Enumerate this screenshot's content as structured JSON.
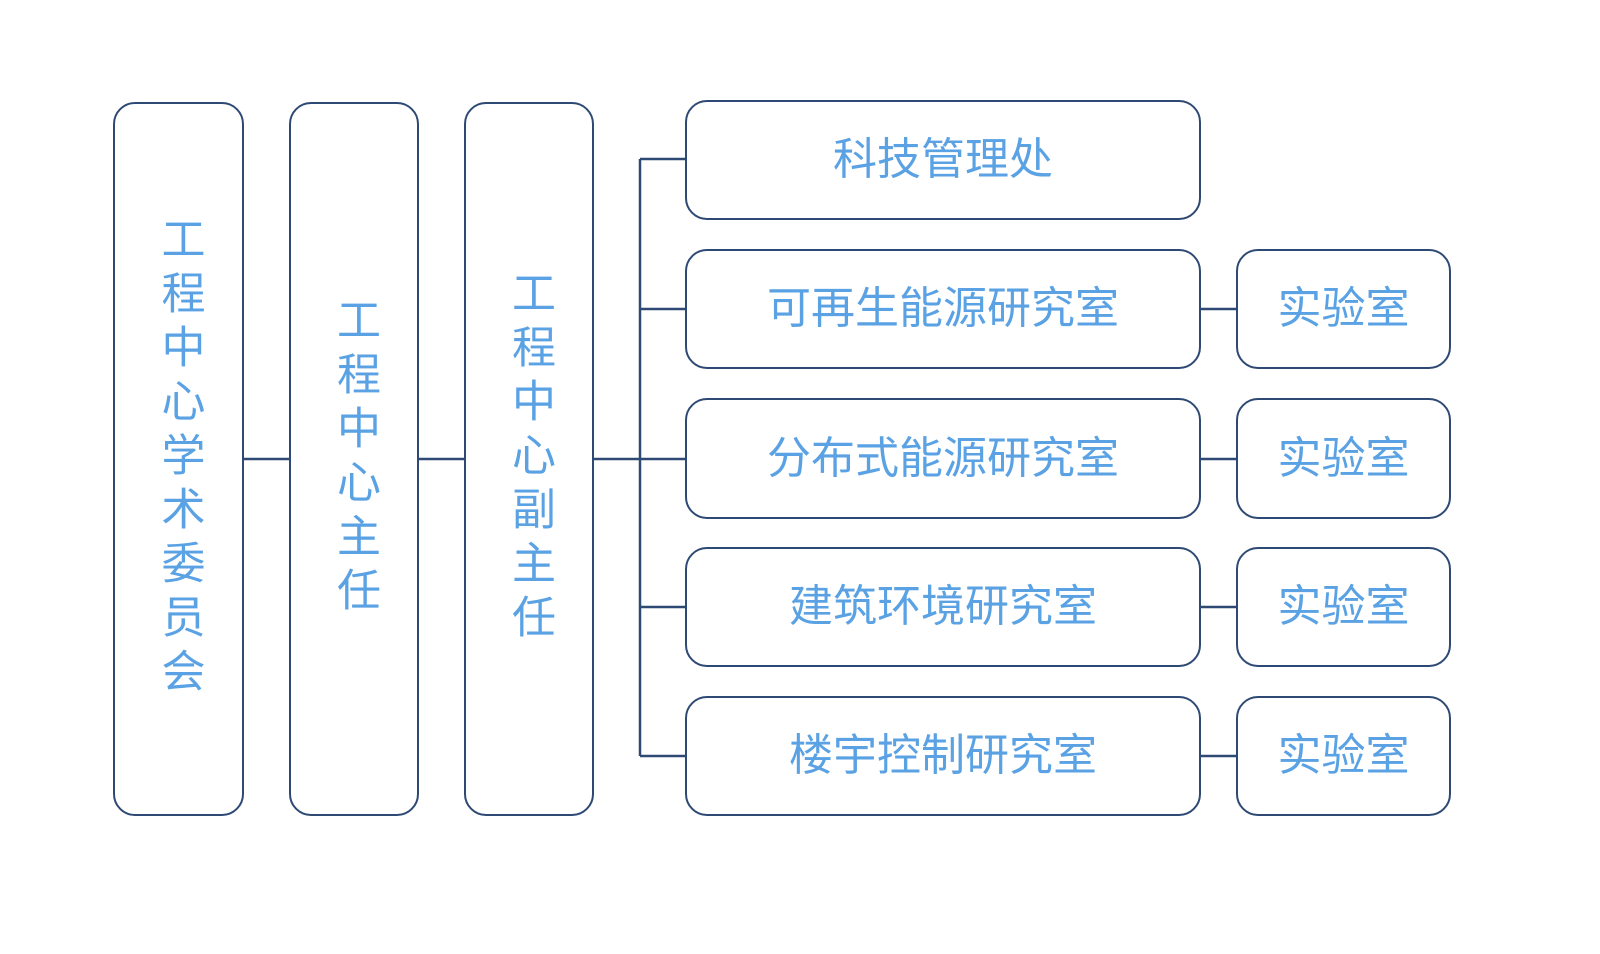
{
  "diagram": {
    "academic_committee": "工程中心学术委员会",
    "director": "工程中心主任",
    "deputy_director": "工程中心副主任",
    "departments": [
      {
        "name": "科技管理处",
        "lab": ""
      },
      {
        "name": "可再生能源研究室",
        "lab": "实验室"
      },
      {
        "name": "分布式能源研究室",
        "lab": "实验室"
      },
      {
        "name": "建筑环境研究室",
        "lab": "实验室"
      },
      {
        "name": "楼宇控制研究室",
        "lab": "实验室"
      }
    ],
    "colors": {
      "border": "#2e4a74",
      "text": "#5aa2e3",
      "line": "#2e4a74"
    }
  }
}
